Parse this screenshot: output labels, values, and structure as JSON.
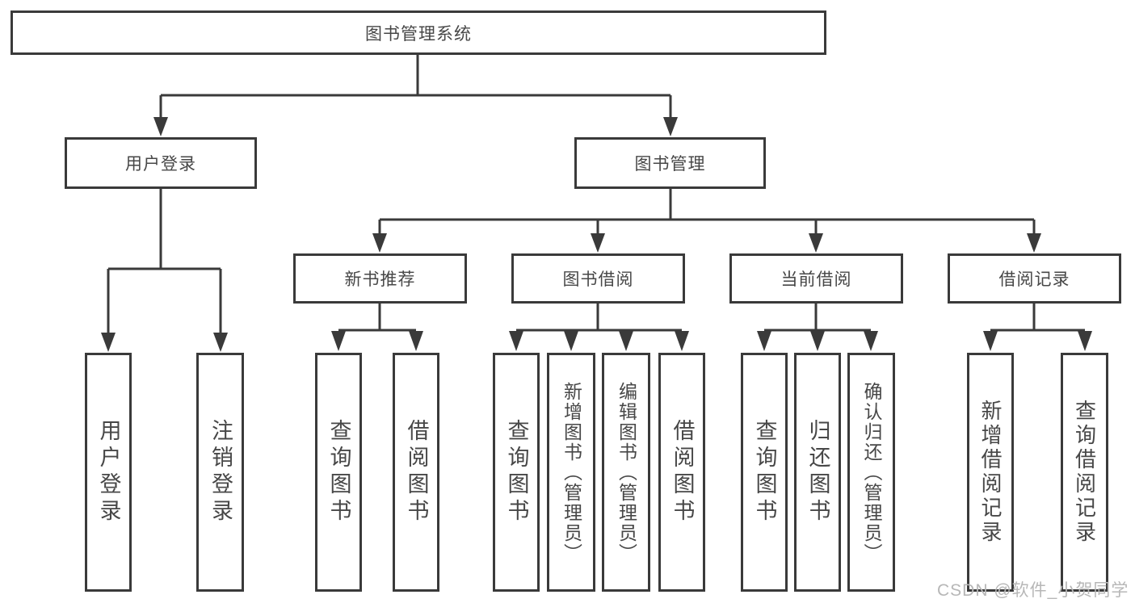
{
  "diagram": {
    "root": {
      "label": "图书管理系统"
    },
    "branches": [
      {
        "label": "用户登录",
        "children": [
          {
            "label": "用户登录"
          },
          {
            "label": "注销登录"
          }
        ]
      },
      {
        "label": "图书管理",
        "children": [
          {
            "label": "新书推荐",
            "children": [
              {
                "label": "查询图书"
              },
              {
                "label": "借阅图书"
              }
            ]
          },
          {
            "label": "图书借阅",
            "children": [
              {
                "label": "查询图书"
              },
              {
                "label": "新增图书（管理员）"
              },
              {
                "label": "编辑图书（管理员）"
              },
              {
                "label": "借阅图书"
              }
            ]
          },
          {
            "label": "当前借阅",
            "children": [
              {
                "label": "查询图书"
              },
              {
                "label": "归还图书"
              },
              {
                "label": "确认归还（管理员）"
              }
            ]
          },
          {
            "label": "借阅记录",
            "children": [
              {
                "label": "新增借阅记录"
              },
              {
                "label": "查询借阅记录"
              }
            ]
          }
        ]
      }
    ],
    "watermark": "CSDN @软件_小贺同学",
    "colors": {
      "line": "#3a3a3a",
      "border": "#3a3a3a",
      "text": "#474747",
      "watermark": "#b7b7b7",
      "background": "#ffffff"
    }
  }
}
